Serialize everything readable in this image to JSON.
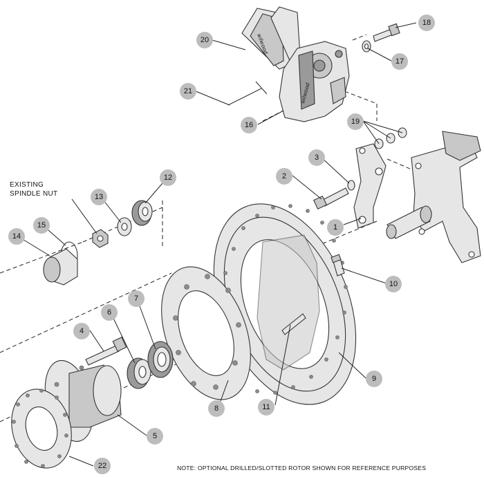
{
  "callouts": {
    "c1": "1",
    "c2": "2",
    "c3": "3",
    "c4": "4",
    "c5": "5",
    "c6": "6",
    "c7": "7",
    "c8": "8",
    "c9": "9",
    "c10": "10",
    "c11": "11",
    "c12": "12",
    "c13": "13",
    "c14": "14",
    "c15": "15",
    "c16": "16",
    "c17": "17",
    "c18": "18",
    "c19": "19",
    "c20": "20",
    "c21": "21",
    "c22": "22"
  },
  "labels": {
    "spindle_nut_line1": "EXISTING",
    "spindle_nut_line2": "SPINDLE NUT",
    "brand_pad": "wilwood",
    "brand_caliper": "wilwood"
  },
  "note": "NOTE: OPTIONAL DRILLED/SLOTTED ROTOR SHOWN FOR REFERENCE PURPOSES"
}
